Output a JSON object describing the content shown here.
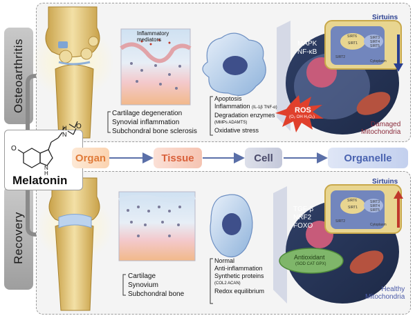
{
  "sections": {
    "top_label": "Osteoarthritis",
    "bottom_label": "Recovery"
  },
  "center": {
    "compound": "Melatonin",
    "structure_label_nh": "H\nN",
    "structure_label_o_methoxy": "O",
    "structure_label_o_carbonyl": "O",
    "structure_label_nh_indole": "N\nH"
  },
  "stages": [
    "Organ",
    "Tissue",
    "Cell",
    "Organelle"
  ],
  "top": {
    "tissue_label": "Inflammatory\nmediators",
    "organ_list": [
      "Cartilage degeneration",
      "Synovial inflammation",
      "Subchondral bone sclerosis"
    ],
    "cell_list": [
      {
        "text": "Apoptosis",
        "sub": ""
      },
      {
        "text": "Inflammation",
        "sub": "(IL-1β TNF-α)"
      },
      {
        "text": "Degradation enzymes",
        "sub": ""
      },
      {
        "text": "(MMPs ADAMTS)",
        "sub": ""
      },
      {
        "text": "Oxidative stress",
        "sub": ""
      }
    ],
    "pathways": [
      "MAPK",
      "NF-κB"
    ],
    "ros_title": "ROS",
    "ros_sub": "(O₂ OH H₂O₂)",
    "sirtuins": "Sirtuins",
    "cytoplasm": "Cytoplasm",
    "mito_label": [
      "Damaged",
      "Mitochondria"
    ],
    "sirt_labels": [
      "SIRT6",
      "SIRT1",
      "SIRT3",
      "SIRT4",
      "SIRT5",
      "SIRT2"
    ]
  },
  "bottom": {
    "organ_list": [
      "Cartilage",
      "Synovium",
      "Subchondral bone"
    ],
    "cell_list": [
      {
        "text": "Normal",
        "sub": ""
      },
      {
        "text": "Anti-inflammation",
        "sub": ""
      },
      {
        "text": "Synthetic proteins",
        "sub": ""
      },
      {
        "text": "(COL2 ACAN)",
        "sub": ""
      },
      {
        "text": "Redox equilibrium",
        "sub": ""
      }
    ],
    "pathways": [
      "TGF-β",
      "NRF2",
      "FOXO"
    ],
    "antioxidant_title": "Antioxidant",
    "antioxidant_sub": "(SOD CAT GPX)",
    "sirtuins": "Sirtuins",
    "cytoplasm": "Cytoplasm",
    "mito_label": [
      "Healthy",
      "Mitochondria"
    ],
    "sirt_labels": [
      "SIRT6",
      "SIRT1",
      "SIRT3",
      "SIRT4",
      "SIRT5",
      "SIRT2"
    ]
  },
  "colors": {
    "organ": "#e07b39",
    "tissue": "#d9603a",
    "cell": "#6a6a8a",
    "organelle": "#4a63b0",
    "down_arrow": "#2a3f8f",
    "up_arrow": "#c0392b",
    "damaged_text": "#8a2a3a",
    "healthy_text": "#4a5aa8"
  }
}
